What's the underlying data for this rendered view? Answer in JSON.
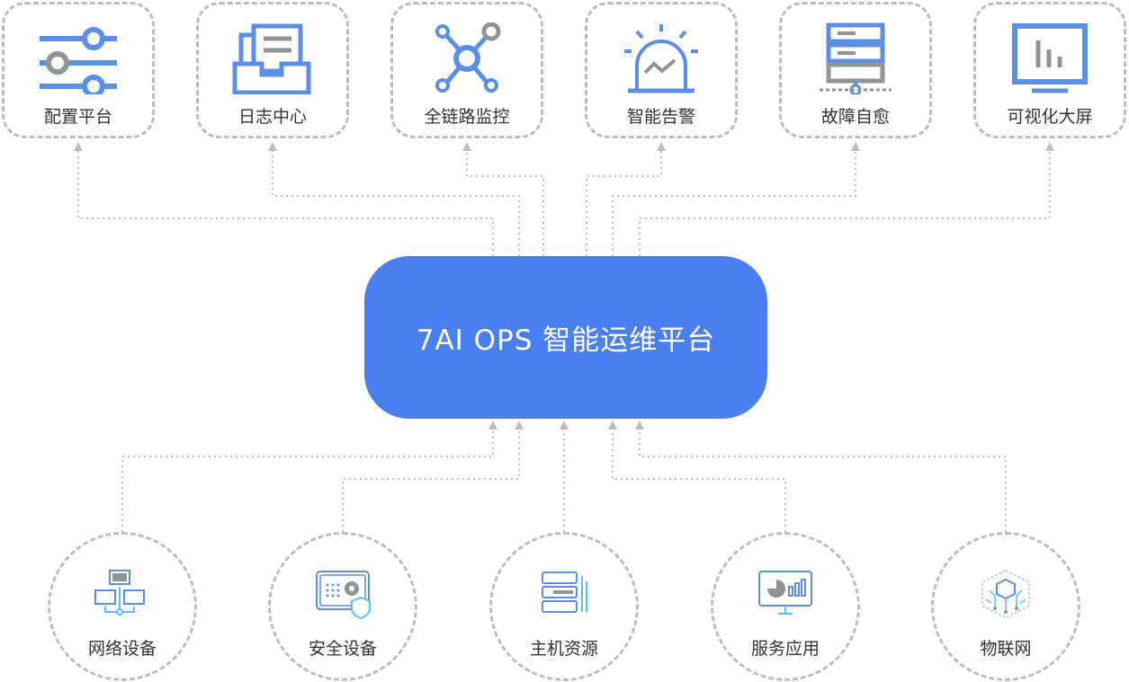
{
  "core": {
    "title": "7AI OPS 智能运维平台",
    "color": "#4a7ff0"
  },
  "outputs": [
    {
      "label": "配置平台",
      "icon": "sliders-icon"
    },
    {
      "label": "日志中心",
      "icon": "log-inbox-icon"
    },
    {
      "label": "全链路监控",
      "icon": "network-nodes-icon"
    },
    {
      "label": "智能告警",
      "icon": "alarm-light-icon"
    },
    {
      "label": "故障自愈",
      "icon": "server-rack-icon"
    },
    {
      "label": "可视化大屏",
      "icon": "monitor-chart-icon"
    }
  ],
  "inputs": [
    {
      "label": "网络设备",
      "icon": "network-devices-icon"
    },
    {
      "label": "安全设备",
      "icon": "safe-lock-icon"
    },
    {
      "label": "主机资源",
      "icon": "host-server-icon"
    },
    {
      "label": "服务应用",
      "icon": "dashboard-screen-icon"
    },
    {
      "label": "物联网",
      "icon": "iot-cube-icon"
    }
  ],
  "colors": {
    "accent": "#5b8fe6",
    "gray": "#8f9593",
    "dash": "#bdbdbd"
  }
}
